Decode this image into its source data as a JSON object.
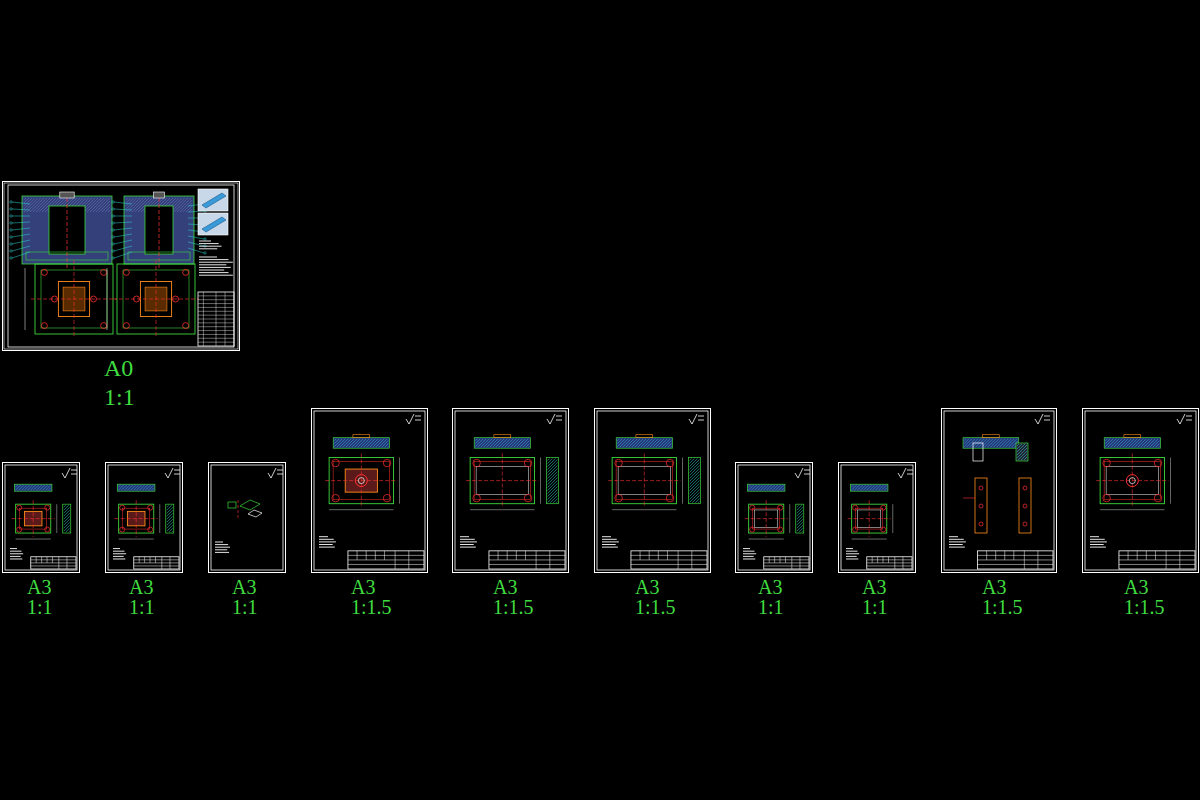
{
  "diagram": {
    "nodes": [
      {
        "text": [
          "A0",
          "1:1"
        ]
      },
      {
        "text": [
          "A3",
          "1:1"
        ]
      },
      {
        "text": [
          "A3",
          "1:1"
        ]
      },
      {
        "text": [
          "A3",
          "1:1"
        ]
      },
      {
        "text": [
          "A3",
          "1:1.5"
        ]
      },
      {
        "text": [
          "A3",
          "1:1.5"
        ]
      },
      {
        "text": [
          "A3",
          "1:1.5"
        ]
      },
      {
        "text": [
          "A3",
          "1:1"
        ]
      },
      {
        "text": [
          "A3",
          "1:1"
        ]
      },
      {
        "text": [
          "A3",
          "1:1.5"
        ]
      },
      {
        "text": [
          "A3",
          "1:1.5"
        ]
      }
    ]
  }
}
